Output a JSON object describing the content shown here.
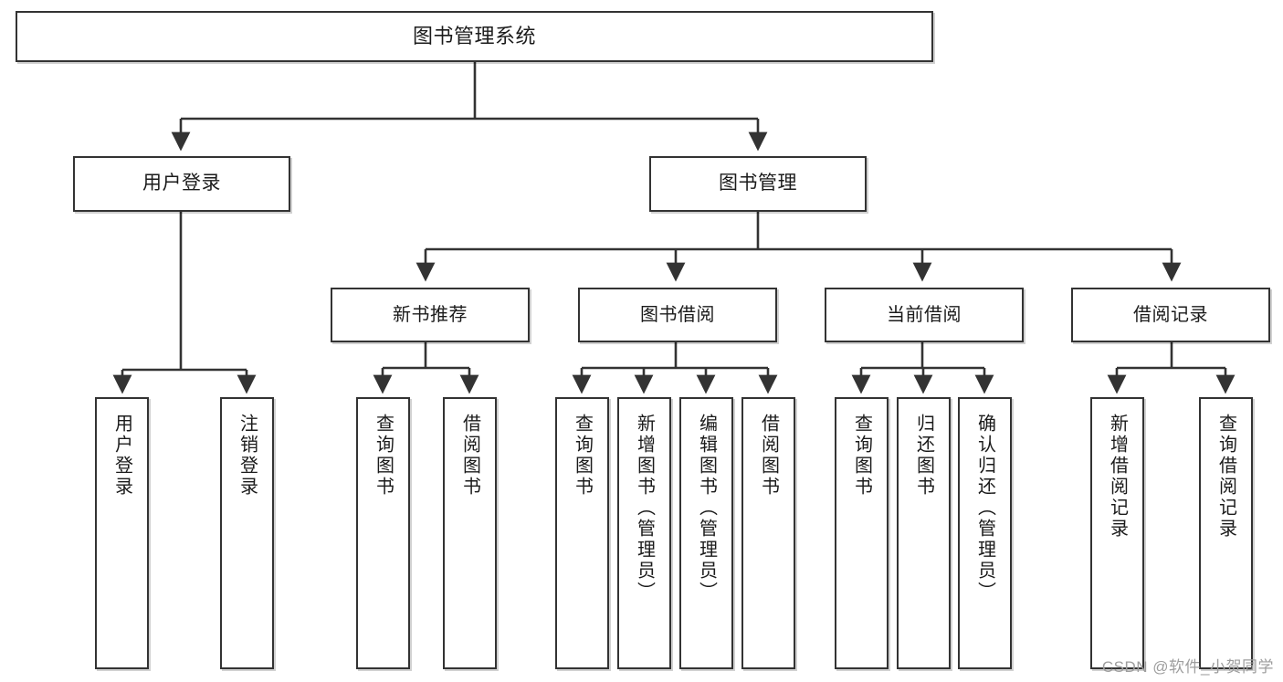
{
  "diagram": {
    "title": "图书管理系统",
    "type": "hierarchy-tree",
    "watermark": "CSDN @软件_小贺同学",
    "colors": {
      "box_border": "#333333",
      "box_fill": "#ffffff",
      "edge": "#333333",
      "text": "#1b1b1b",
      "watermark": "#9e9e9e"
    },
    "nodes": {
      "root": {
        "label": "图书管理系统"
      },
      "level1": [
        {
          "id": "user-login",
          "label": "用户登录"
        },
        {
          "id": "book-manage",
          "label": "图书管理"
        }
      ],
      "level2": [
        {
          "id": "new-book-recommend",
          "label": "新书推荐"
        },
        {
          "id": "book-borrow",
          "label": "图书借阅"
        },
        {
          "id": "current-borrow",
          "label": "当前借阅"
        },
        {
          "id": "borrow-record",
          "label": "借阅记录"
        }
      ],
      "leaves": [
        {
          "id": "leaf-user-login",
          "parent": "user-login",
          "label": "用户登录"
        },
        {
          "id": "leaf-logout-login",
          "parent": "user-login",
          "label": "注销登录"
        },
        {
          "id": "leaf-query-book-1",
          "parent": "new-book-recommend",
          "label": "查询图书"
        },
        {
          "id": "leaf-borrow-book-1",
          "parent": "new-book-recommend",
          "label": "借阅图书"
        },
        {
          "id": "leaf-query-book-2",
          "parent": "book-borrow",
          "label": "查询图书"
        },
        {
          "id": "leaf-add-book",
          "parent": "book-borrow",
          "label": "新增图书（管理员）"
        },
        {
          "id": "leaf-edit-book",
          "parent": "book-borrow",
          "label": "编辑图书（管理员）"
        },
        {
          "id": "leaf-borrow-book-2",
          "parent": "book-borrow",
          "label": "借阅图书"
        },
        {
          "id": "leaf-query-book-3",
          "parent": "current-borrow",
          "label": "查询图书"
        },
        {
          "id": "leaf-return-book",
          "parent": "current-borrow",
          "label": "归还图书"
        },
        {
          "id": "leaf-confirm-return",
          "parent": "current-borrow",
          "label": "确认归还（管理员）"
        },
        {
          "id": "leaf-add-record",
          "parent": "borrow-record",
          "label": "新增借阅记录"
        },
        {
          "id": "leaf-query-record",
          "parent": "borrow-record",
          "label": "查询借阅记录"
        }
      ]
    }
  }
}
